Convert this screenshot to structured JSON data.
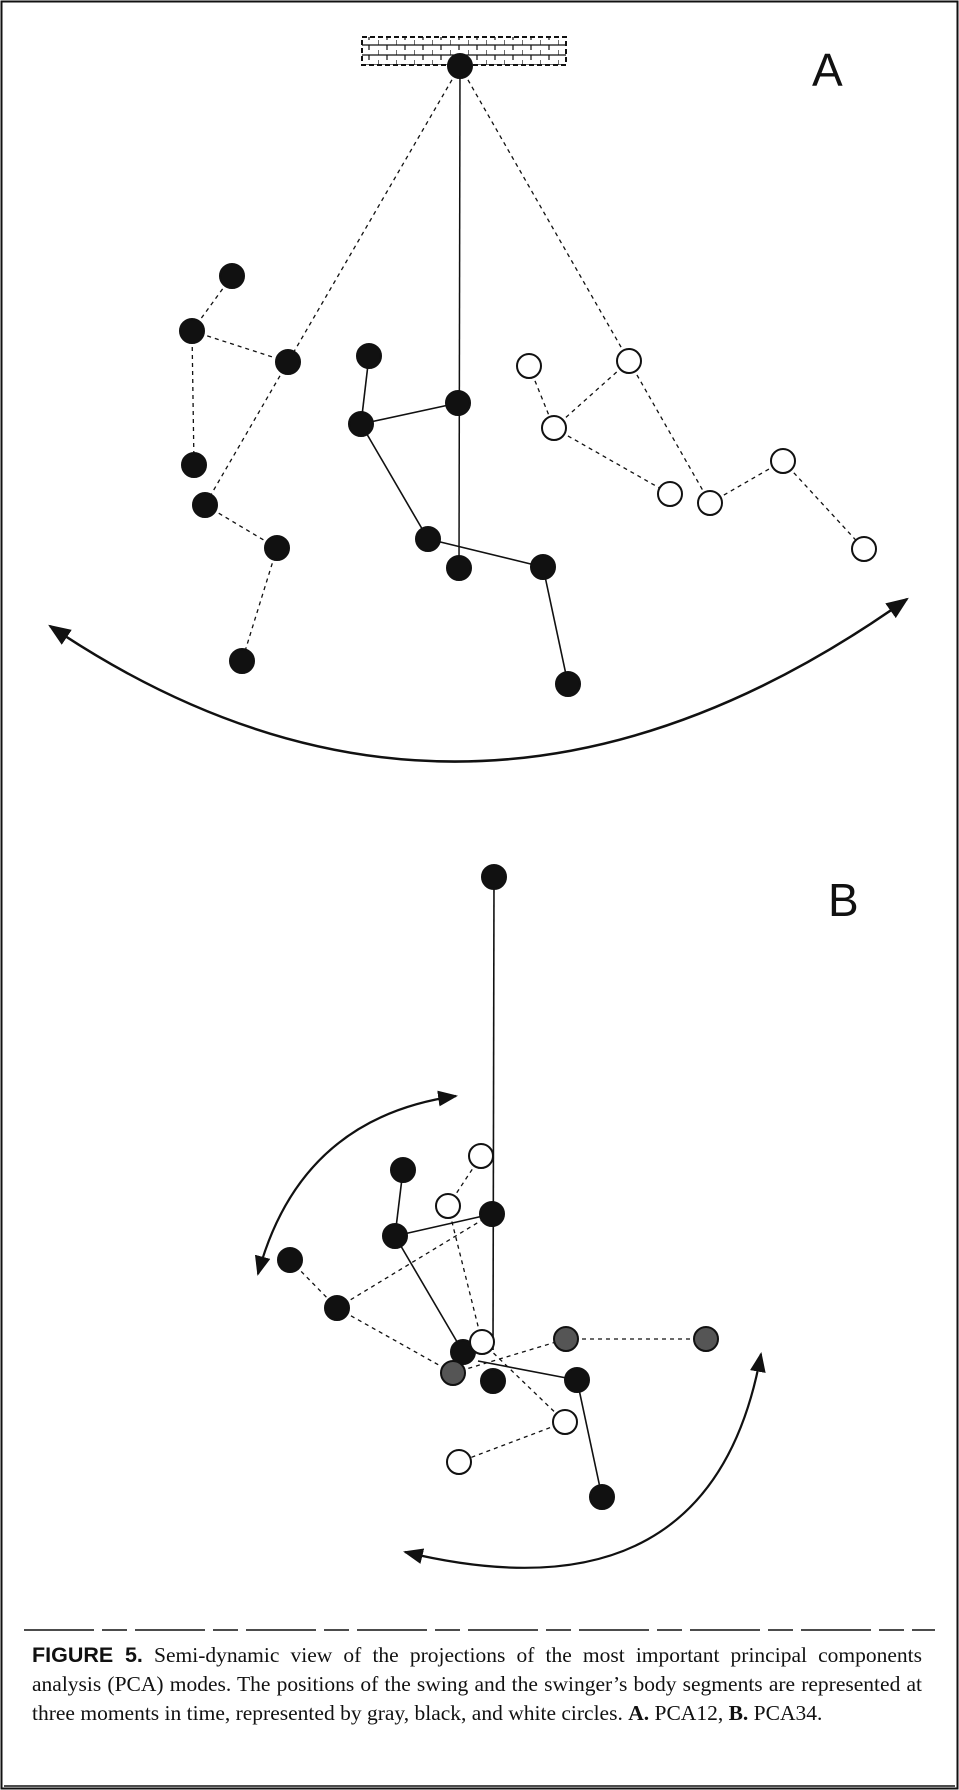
{
  "panels": [
    {
      "id": "A",
      "label": "A"
    },
    {
      "id": "B",
      "label": "B"
    }
  ],
  "caption": {
    "label": "FIGURE 5.",
    "text": "Semi-dynamic view of the projections of the most important principal components analysis (PCA) modes. The positions of the swing and the swinger’s body segments are represented at three moments in time, represented by gray, black, and white circles.",
    "part_a_label": "A.",
    "part_a_text": "PCA12,",
    "part_b_label": "B.",
    "part_b_text": "PCA34."
  },
  "colors": {
    "ink": "#111111",
    "gray_fill": "#555555",
    "white_fill": "#ffffff",
    "background": "#ffffff"
  }
}
